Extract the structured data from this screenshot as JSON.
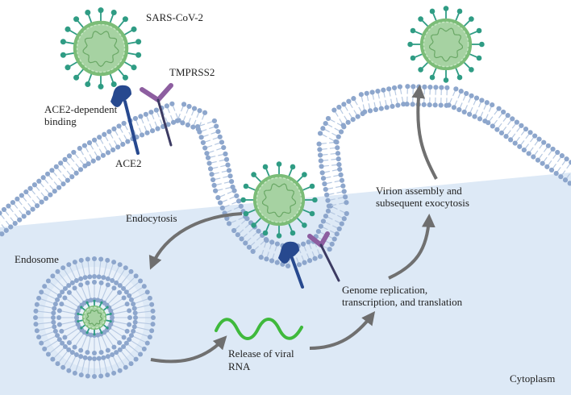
{
  "labels": {
    "sars_cov_2": "SARS-CoV-2",
    "tmprss2": "TMPRSS2",
    "ace2_binding_line1": "ACE2-dependent",
    "ace2_binding_line2": "binding",
    "ace2": "ACE2",
    "endocytosis": "Endocytosis",
    "endosome": "Endosome",
    "virion_line1": "Virion assembly and",
    "virion_line2": "subsequent exocytosis",
    "genome_line1": "Genome replication,",
    "genome_line2": "transcription, and translation",
    "release_line1": "Release of viral",
    "release_line2": "RNA",
    "cytoplasm": "Cytoplasm"
  },
  "colors": {
    "cytoplasm": "#dde9f6",
    "membrane_head": "#8da6cc",
    "membrane_tail": "#b7c9e2",
    "virus_spike": "#2f9c84",
    "virus_body": "#a6d2a2",
    "virus_envelope": "#7bbc77",
    "ace2_receptor": "#27498f",
    "tmprss2_protein": "#8d5ea0",
    "arrow": "#707070",
    "rna": "#3fb93c"
  }
}
